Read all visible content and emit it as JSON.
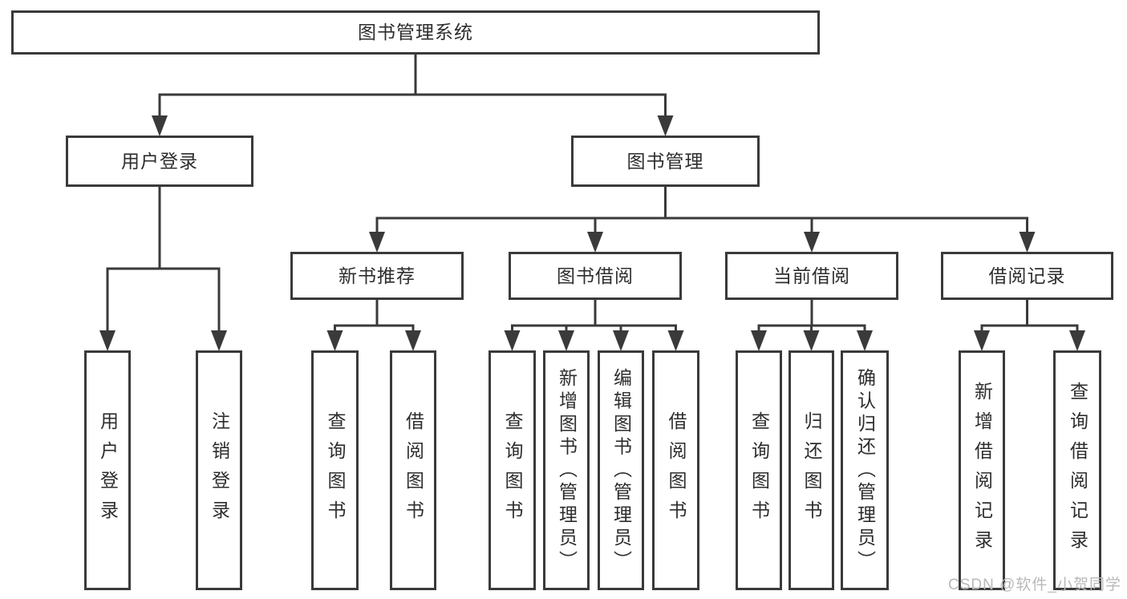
{
  "colors": {
    "line": "#3a3a3a",
    "box_border": "#3a3a3a",
    "box_fill": "#ffffff",
    "text": "#2d2d2d",
    "watermark": "#b9b9b9",
    "background": "#ffffff"
  },
  "watermark": {
    "text": "CSDN @软件_小贺同学"
  },
  "tree": {
    "label": "图书管理系统",
    "children": [
      {
        "label": "用户登录",
        "children": [
          {
            "label": "用户登录"
          },
          {
            "label": "注销登录"
          }
        ]
      },
      {
        "label": "图书管理",
        "children": [
          {
            "label": "新书推荐",
            "children": [
              {
                "label": "查询图书"
              },
              {
                "label": "借阅图书"
              }
            ]
          },
          {
            "label": "图书借阅",
            "children": [
              {
                "label": "查询图书"
              },
              {
                "label": "新增图书（管理员）"
              },
              {
                "label": "编辑图书（管理员）"
              },
              {
                "label": "借阅图书"
              }
            ]
          },
          {
            "label": "当前借阅",
            "children": [
              {
                "label": "查询图书"
              },
              {
                "label": "归还图书"
              },
              {
                "label": "确认归还（管理员）"
              }
            ]
          },
          {
            "label": "借阅记录",
            "children": [
              {
                "label": "新增借阅记录"
              },
              {
                "label": "查询借阅记录"
              }
            ]
          }
        ]
      }
    ]
  }
}
